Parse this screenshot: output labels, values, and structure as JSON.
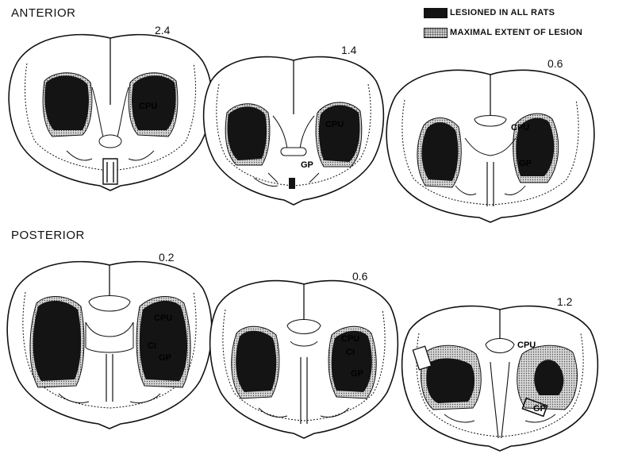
{
  "headings": {
    "anterior": "ANTERIOR",
    "posterior": "POSTERIOR"
  },
  "legend": {
    "lesioned_all": "LESIONED IN ALL RATS",
    "maximal_extent": "MAXIMAL EXTENT OF LESION"
  },
  "sections": [
    {
      "coord": "2.4",
      "labels": [
        "CPU"
      ]
    },
    {
      "coord": "1.4",
      "labels": [
        "CPU",
        "GP"
      ]
    },
    {
      "coord": "0.6",
      "labels": [
        "CPU",
        "GP"
      ]
    },
    {
      "coord": "0.2",
      "labels": [
        "CPU",
        "CI",
        "GP"
      ]
    },
    {
      "coord": "0.6",
      "labels": [
        "CPU",
        "CI",
        "GP"
      ]
    },
    {
      "coord": "1.2",
      "labels": [
        "CPU",
        "GP"
      ]
    }
  ],
  "colors": {
    "lesion_all": "#141414",
    "lesion_max": "#cfcfcf",
    "outline": "#111111"
  }
}
